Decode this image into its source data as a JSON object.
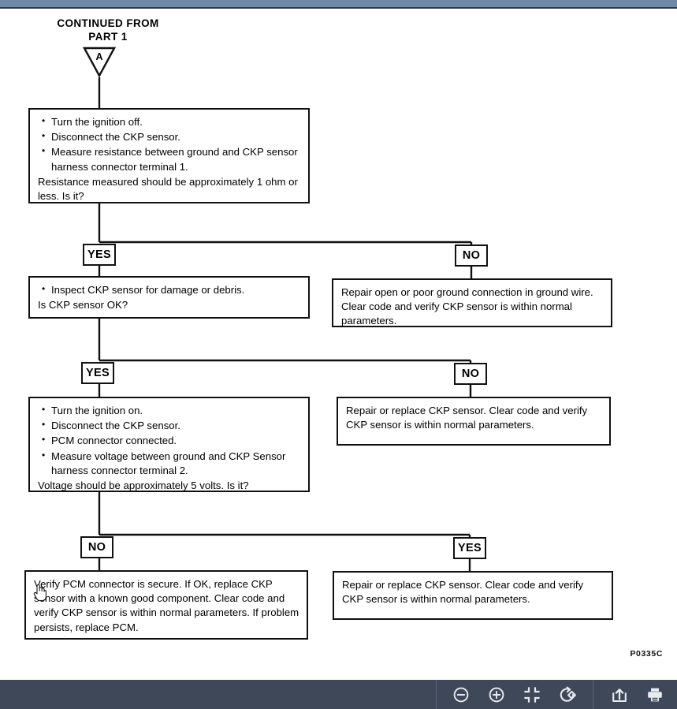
{
  "viewer": {
    "topbar_color": "#6f8aa8",
    "footer_color": "#3f4859",
    "close_label": "close-icon"
  },
  "diagram": {
    "header_line1": "CONTINUED FROM",
    "header_line2": "PART 1",
    "connector_letter": "A",
    "figure_code": "P0335C",
    "nodes": {
      "step1": {
        "bullets": [
          "Turn the ignition off.",
          "Disconnect the CKP sensor.",
          "Measure resistance between ground and CKP sensor harness connector terminal 1."
        ],
        "tail": "Resistance measured should be approximately 1 ohm or less. Is it?"
      },
      "step1_no": {
        "text": "Repair open or poor ground connection in ground wire. Clear code and verify CKP sensor is within normal parameters."
      },
      "step2": {
        "bullets": [
          "Inspect CKP sensor for damage or debris."
        ],
        "tail": "Is CKP sensor OK?"
      },
      "step2_no": {
        "text": "Repair or replace CKP sensor. Clear code and verify CKP sensor is within normal parameters."
      },
      "step3": {
        "bullets": [
          "Turn the ignition on.",
          "Disconnect the CKP sensor.",
          "PCM connector connected.",
          "Measure voltage between ground and CKP Sensor harness connector terminal 2."
        ],
        "tail": "Voltage should be approximately 5 volts. Is it?"
      },
      "step3_no": {
        "text": "Verify PCM connector is secure. If OK, replace CKP sensor with a known good component. Clear code and verify CKP sensor is within normal parameters.  If problem persists, replace PCM."
      },
      "step3_yes": {
        "text": "Repair or replace CKP sensor. Clear code and verify CKP sensor is within normal parameters."
      }
    },
    "branches": {
      "b1_yes": "YES",
      "b1_no": "NO",
      "b2_yes": "YES",
      "b2_no": "NO",
      "b3_no": "NO",
      "b3_yes": "YES"
    }
  },
  "toolbar": {
    "zoom_out": "zoom-out-icon",
    "zoom_in": "zoom-in-icon",
    "fit": "fit-screen-icon",
    "rotate": "rotate-icon",
    "share": "share-export-icon",
    "print": "print-icon"
  }
}
